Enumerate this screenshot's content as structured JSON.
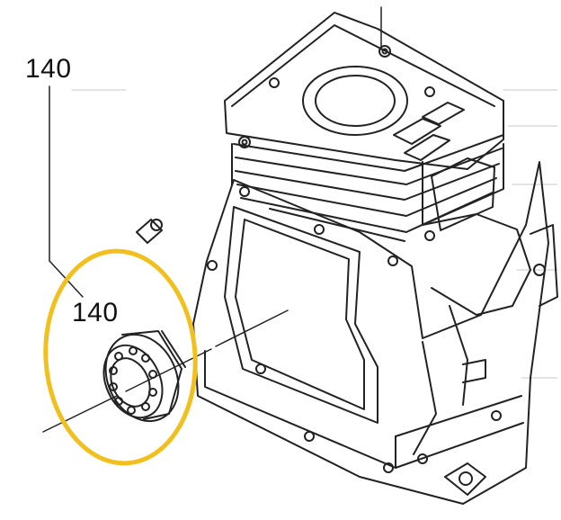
{
  "callouts": {
    "top": "140",
    "mid": "140"
  },
  "colors": {
    "highlight_ring": "#f2c01e",
    "line_art": "#222222",
    "faint_text": "#c8c8c8"
  },
  "parts": {
    "bearing": "ball-bearing",
    "crankcase": "engine-crankcase",
    "dowel": "dowel-pin"
  }
}
